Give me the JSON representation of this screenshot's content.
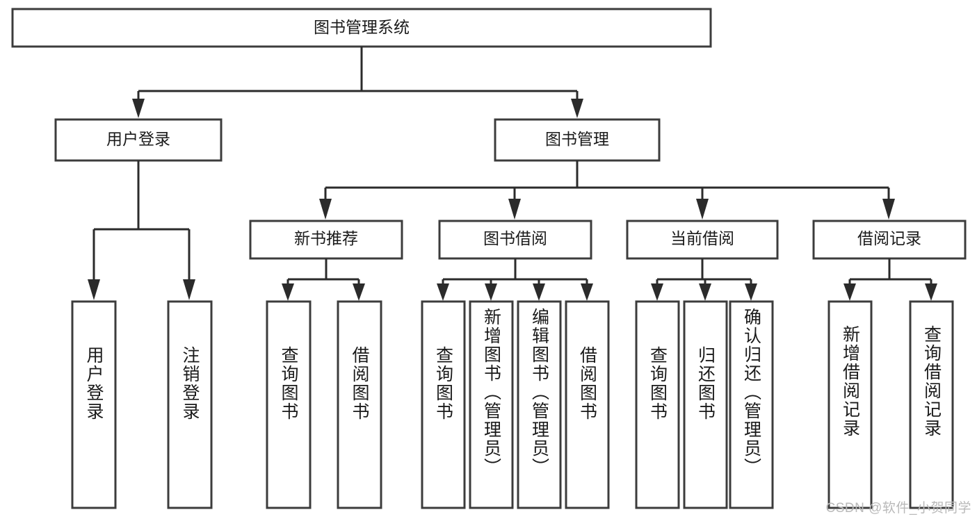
{
  "diagram": {
    "type": "tree",
    "title": "图书管理系统",
    "orientation": "top-down",
    "watermark": "CSDN @软件_小贺同学",
    "root": {
      "label": "图书管理系统"
    },
    "level2": [
      {
        "label": "用户登录"
      },
      {
        "label": "图书管理"
      }
    ],
    "level3": [
      {
        "label": "新书推荐"
      },
      {
        "label": "图书借阅"
      },
      {
        "label": "当前借阅"
      },
      {
        "label": "借阅记录"
      }
    ],
    "leaves": {
      "user_login": [
        {
          "label": "用户登录"
        },
        {
          "label": "注销登录"
        }
      ],
      "new_book": [
        {
          "label": "查询图书"
        },
        {
          "label": "借阅图书"
        }
      ],
      "book_borrow": [
        {
          "label": "查询图书"
        },
        {
          "label": "新增图书（管理员）"
        },
        {
          "label": "编辑图书（管理员）"
        },
        {
          "label": "借阅图书"
        }
      ],
      "current_borrow": [
        {
          "label": "查询图书"
        },
        {
          "label": "归还图书"
        },
        {
          "label": "确认归还（管理员）"
        }
      ],
      "borrow_record": [
        {
          "label": "新增借阅记录"
        },
        {
          "label": "查询借阅记录"
        }
      ]
    },
    "colors": {
      "box_stroke": "#3c3c3c",
      "connector": "#2b2b2b",
      "text": "#1a1a1a",
      "background": "#ffffff",
      "watermark": "#b9b9b9"
    }
  }
}
